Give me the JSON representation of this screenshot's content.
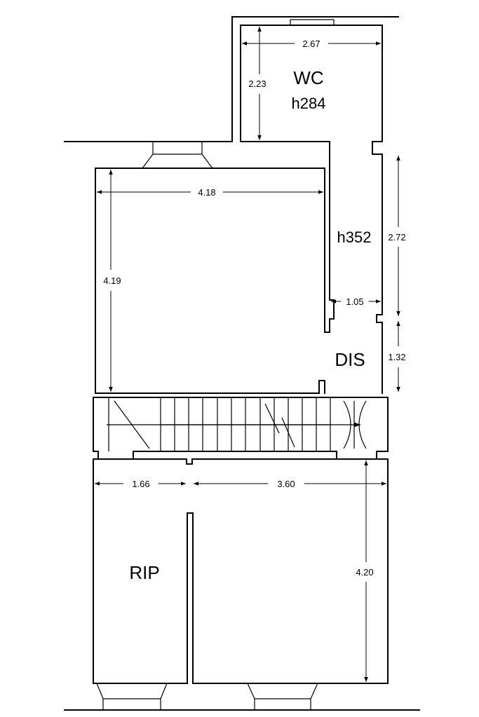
{
  "rooms": {
    "wc": "WC",
    "wc_height": "h284",
    "corridor_height": "h352",
    "dis": "DIS",
    "rip": "RIP"
  },
  "dimensions": {
    "wc_width": "2.67",
    "wc_depth": "2.23",
    "room_width": "4.18",
    "room_depth": "4.19",
    "corridor_length": "2.72",
    "corridor_width": "1.05",
    "dis_depth": "1.32",
    "rip_width": "1.66",
    "lower_right_width": "3.60",
    "lower_depth": "4.20"
  }
}
